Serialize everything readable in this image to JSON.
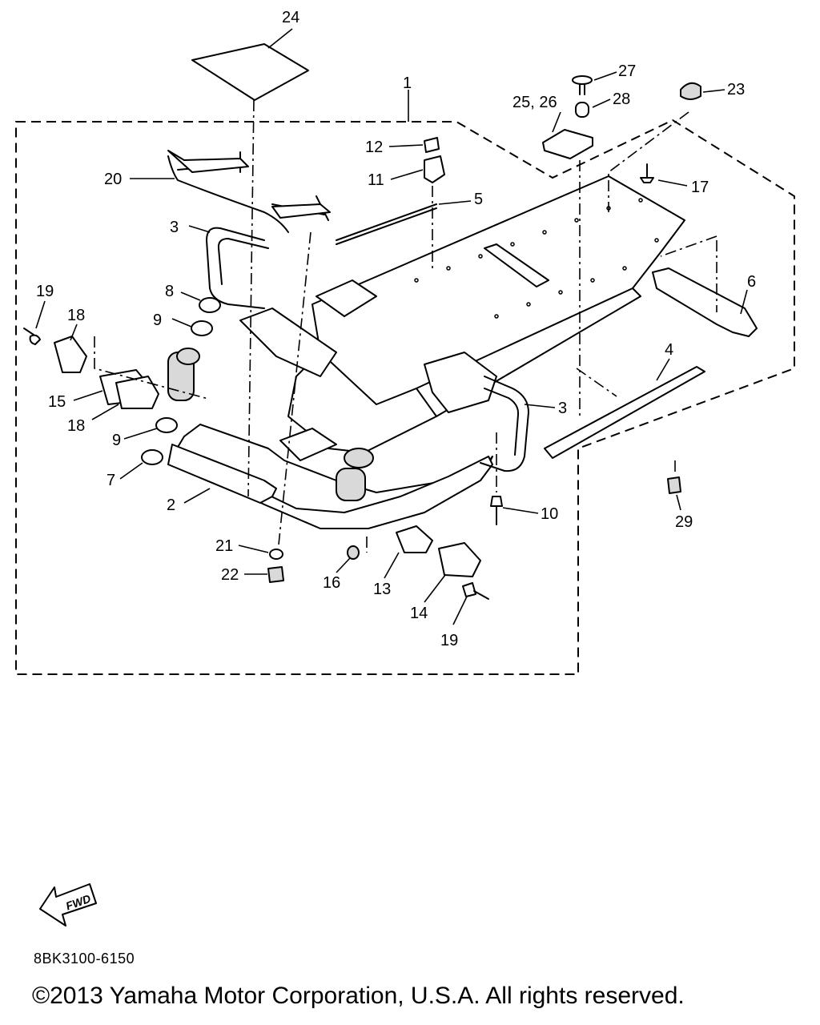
{
  "diagram": {
    "callouts": [
      {
        "id": "c24",
        "text": "24"
      },
      {
        "id": "c1",
        "text": "1"
      },
      {
        "id": "c27",
        "text": "27"
      },
      {
        "id": "c23",
        "text": "23"
      },
      {
        "id": "c2526",
        "text": "25, 26"
      },
      {
        "id": "c28",
        "text": "28"
      },
      {
        "id": "c12",
        "text": "12"
      },
      {
        "id": "c11",
        "text": "11"
      },
      {
        "id": "c5",
        "text": "5"
      },
      {
        "id": "c17",
        "text": "17"
      },
      {
        "id": "c20",
        "text": "20"
      },
      {
        "id": "c3a",
        "text": "3"
      },
      {
        "id": "c6",
        "text": "6"
      },
      {
        "id": "c19a",
        "text": "19"
      },
      {
        "id": "c8",
        "text": "8"
      },
      {
        "id": "c18a",
        "text": "18"
      },
      {
        "id": "c9a",
        "text": "9"
      },
      {
        "id": "c4",
        "text": "4"
      },
      {
        "id": "c15",
        "text": "15"
      },
      {
        "id": "c18b",
        "text": "18"
      },
      {
        "id": "c3b",
        "text": "3"
      },
      {
        "id": "c9b",
        "text": "9"
      },
      {
        "id": "c7",
        "text": "7"
      },
      {
        "id": "c2",
        "text": "2"
      },
      {
        "id": "c10",
        "text": "10"
      },
      {
        "id": "c29",
        "text": "29"
      },
      {
        "id": "c21",
        "text": "21"
      },
      {
        "id": "c22",
        "text": "22"
      },
      {
        "id": "c16",
        "text": "16"
      },
      {
        "id": "c13",
        "text": "13"
      },
      {
        "id": "c14",
        "text": "14"
      },
      {
        "id": "c19b",
        "text": "19"
      }
    ],
    "fwd_label": "FWD",
    "diagram_code": "8BK3100-6150"
  },
  "footer": {
    "copyright": "©2013 Yamaha Motor Corporation, U.S.A. All rights reserved."
  }
}
